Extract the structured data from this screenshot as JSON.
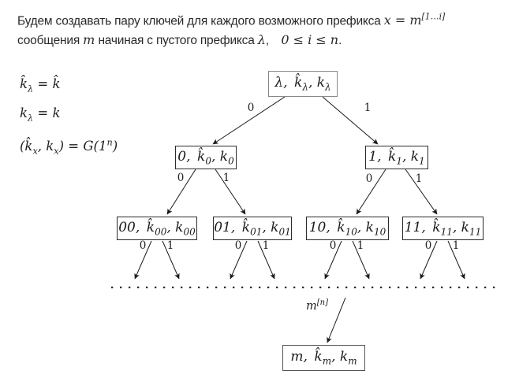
{
  "page": {
    "background": "#ffffff",
    "ink": "#1a1a1a"
  },
  "intro": {
    "line1": "Будем создавать пару ключей для каждого возможного префикса $x = m^{[1…i]}$",
    "line2": "сообщения $m$ начиная с пустого префикса $λ$, $0 ≤ i ≤ n$."
  },
  "formulas": [
    "$k̂_{λ} = k̂$",
    "$k_{λ} = k$",
    "$(k̂_{x}, k_{x}) = G(1^{n})$"
  ],
  "tree": {
    "root_label": "$λ, k̂_{λ}, k_{λ}$",
    "level1_labels": [
      "$0, k̂_{0}, k_{0}$",
      "$1, k̂_{1}, k_{1}$"
    ],
    "level2_labels": [
      "$00, k̂_{00}, k_{00}$",
      "$01, k̂_{01}, k_{01}$",
      "$10, k̂_{10}, k_{10}$",
      "$11, k̂_{11}, k_{11}$"
    ],
    "edge_labels": {
      "zero": "0",
      "one": "1"
    },
    "message_label": "$m^{[n]}$",
    "leaf_label": "$m, k̂_{m}, k_{m}$"
  }
}
